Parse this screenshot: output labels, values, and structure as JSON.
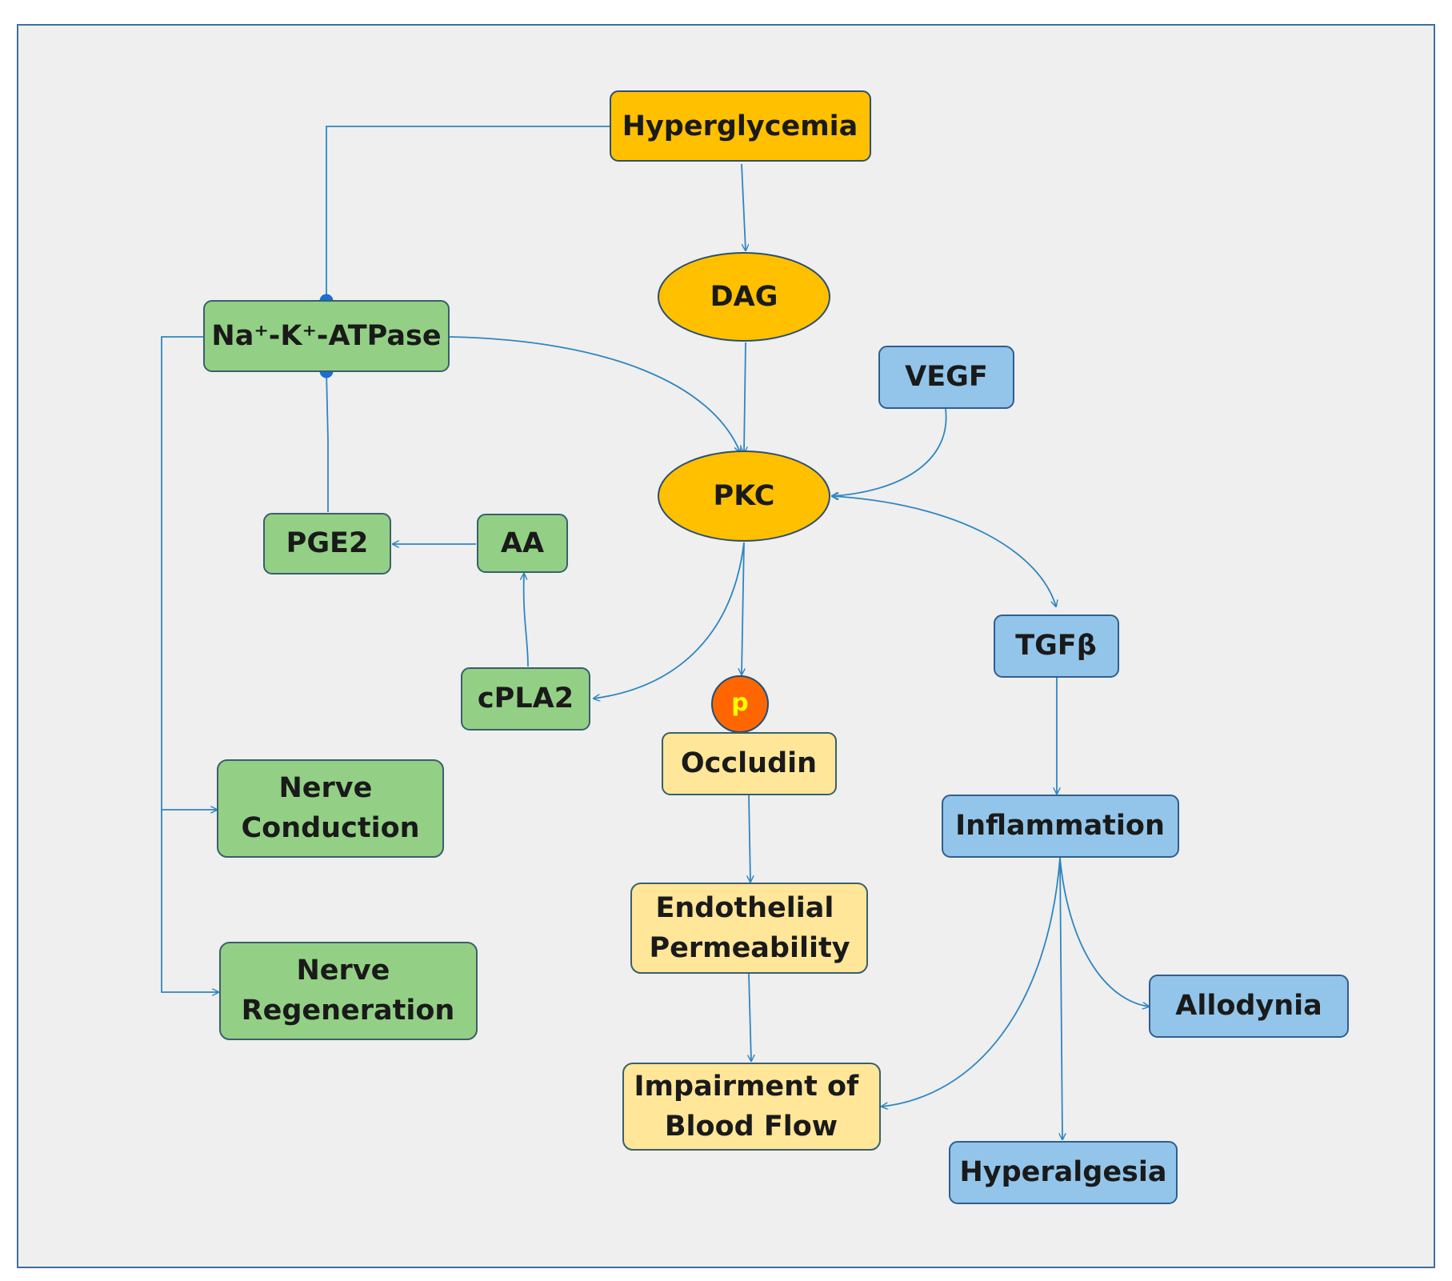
{
  "colors": {
    "background": "#efefef",
    "frame": "#3f6f9f",
    "edge": "#2e86c1",
    "orange_fill": "#ffc000",
    "orange_stroke": "#2f4f6f",
    "green_fill": "#93d085",
    "green_stroke": "#3a5f6d",
    "yellow_fill": "#ffe699",
    "yellow_stroke": "#3a5f6d",
    "blue_fill": "#92c5e9",
    "blue_stroke": "#2f5f8f",
    "text": "#1a1a1a",
    "phospho_fill": "#ff6600",
    "phospho_stroke": "#1f4e79",
    "phospho_text": "#ffff00"
  },
  "nodes": {
    "hyperglycemia": {
      "lines": [
        "Hyperglycemia"
      ]
    },
    "dag": {
      "lines": [
        "DAG"
      ]
    },
    "pkc": {
      "lines": [
        "PKC"
      ]
    },
    "na_k_atpase": {
      "lines": [
        "Na⁺-K⁺-ATPase"
      ]
    },
    "vegf": {
      "lines": [
        "VEGF"
      ]
    },
    "pge2": {
      "lines": [
        "PGE2"
      ]
    },
    "aa": {
      "lines": [
        "AA"
      ]
    },
    "cpla2": {
      "lines": [
        "cPLA2"
      ]
    },
    "tgfb": {
      "lines": [
        "TGFβ"
      ]
    },
    "phospho": {
      "lines": [
        "p"
      ]
    },
    "occludin": {
      "lines": [
        "Occludin"
      ]
    },
    "nerve_conduction": {
      "lines": [
        "Nerve",
        "Conduction"
      ]
    },
    "inflammation": {
      "lines": [
        "Inflammation"
      ]
    },
    "endothelial_permeability": {
      "lines": [
        "Endothelial",
        "Permeability"
      ]
    },
    "nerve_regeneration": {
      "lines": [
        "Nerve",
        "Regeneration"
      ]
    },
    "allodynia": {
      "lines": [
        "Allodynia"
      ]
    },
    "impairment_blood_flow": {
      "lines": [
        "Impairment of",
        "Blood Flow"
      ]
    },
    "hyperalgesia": {
      "lines": [
        "Hyperalgesia"
      ]
    }
  },
  "edges": [
    {
      "from": "hyperglycemia",
      "to": "dag",
      "type": "activation"
    },
    {
      "from": "hyperglycemia",
      "to": "na_k_atpase",
      "type": "inhibition"
    },
    {
      "from": "dag",
      "to": "pkc",
      "type": "activation"
    },
    {
      "from": "na_k_atpase",
      "to": "pkc",
      "type": "activation"
    },
    {
      "from": "vegf",
      "to": "pkc",
      "type": "activation"
    },
    {
      "from": "pkc",
      "to": "tgfb",
      "type": "bidirectional"
    },
    {
      "from": "pkc",
      "to": "cpla2",
      "type": "activation"
    },
    {
      "from": "pkc",
      "to": "phospho",
      "type": "activation"
    },
    {
      "from": "cpla2",
      "to": "aa",
      "type": "activation"
    },
    {
      "from": "aa",
      "to": "pge2",
      "type": "activation"
    },
    {
      "from": "pge2",
      "to": "na_k_atpase",
      "type": "inhibition"
    },
    {
      "from": "na_k_atpase",
      "to": "nerve_conduction",
      "type": "activation"
    },
    {
      "from": "na_k_atpase",
      "to": "nerve_regeneration",
      "type": "activation"
    },
    {
      "from": "occludin",
      "to": "endothelial_permeability",
      "type": "activation"
    },
    {
      "from": "endothelial_permeability",
      "to": "impairment_blood_flow",
      "type": "activation"
    },
    {
      "from": "tgfb",
      "to": "inflammation",
      "type": "activation"
    },
    {
      "from": "inflammation",
      "to": "allodynia",
      "type": "activation"
    },
    {
      "from": "inflammation",
      "to": "hyperalgesia",
      "type": "activation"
    },
    {
      "from": "inflammation",
      "to": "impairment_blood_flow",
      "type": "activation"
    }
  ]
}
